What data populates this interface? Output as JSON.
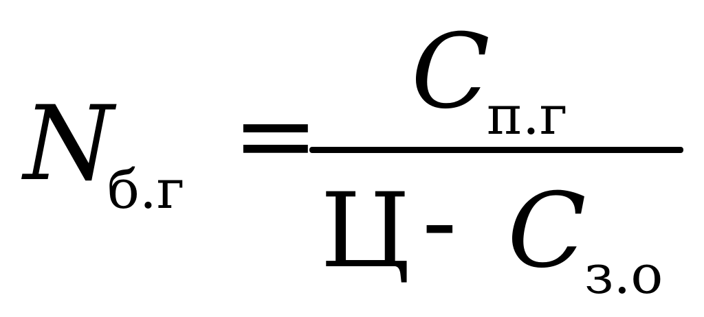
{
  "formula": {
    "lhs": {
      "symbol": "N",
      "subscript": "б.г"
    },
    "equals": "=",
    "numerator": {
      "symbol": "C",
      "subscript": "п.г"
    },
    "denominator": {
      "term1": "Ц",
      "operator": "-",
      "symbol": "C",
      "subscript": "з.о"
    }
  }
}
